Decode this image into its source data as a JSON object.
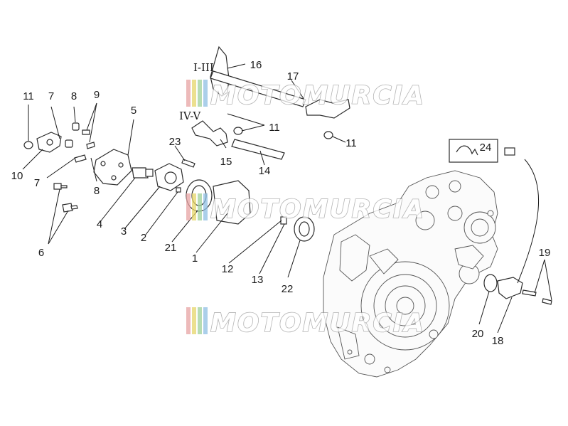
{
  "watermark": {
    "text": "MOTOMURCIA",
    "stripe_colors": [
      "#e8a3a3",
      "#e6d66a",
      "#9fd19a",
      "#8fbfe3"
    ]
  },
  "gear_labels": {
    "g13": "I-III",
    "g45": "IV-V"
  },
  "callouts": [
    {
      "num": "1"
    },
    {
      "num": "2"
    },
    {
      "num": "3"
    },
    {
      "num": "4"
    },
    {
      "num": "5"
    },
    {
      "num": "6"
    },
    {
      "num": "7"
    },
    {
      "num": "7"
    },
    {
      "num": "8"
    },
    {
      "num": "8"
    },
    {
      "num": "9"
    },
    {
      "num": "10"
    },
    {
      "num": "11"
    },
    {
      "num": "11"
    },
    {
      "num": "11"
    },
    {
      "num": "12"
    },
    {
      "num": "13"
    },
    {
      "num": "14"
    },
    {
      "num": "15"
    },
    {
      "num": "16"
    },
    {
      "num": "17"
    },
    {
      "num": "18"
    },
    {
      "num": "19"
    },
    {
      "num": "20"
    },
    {
      "num": "21"
    },
    {
      "num": "22"
    },
    {
      "num": "23"
    },
    {
      "num": "24"
    }
  ]
}
